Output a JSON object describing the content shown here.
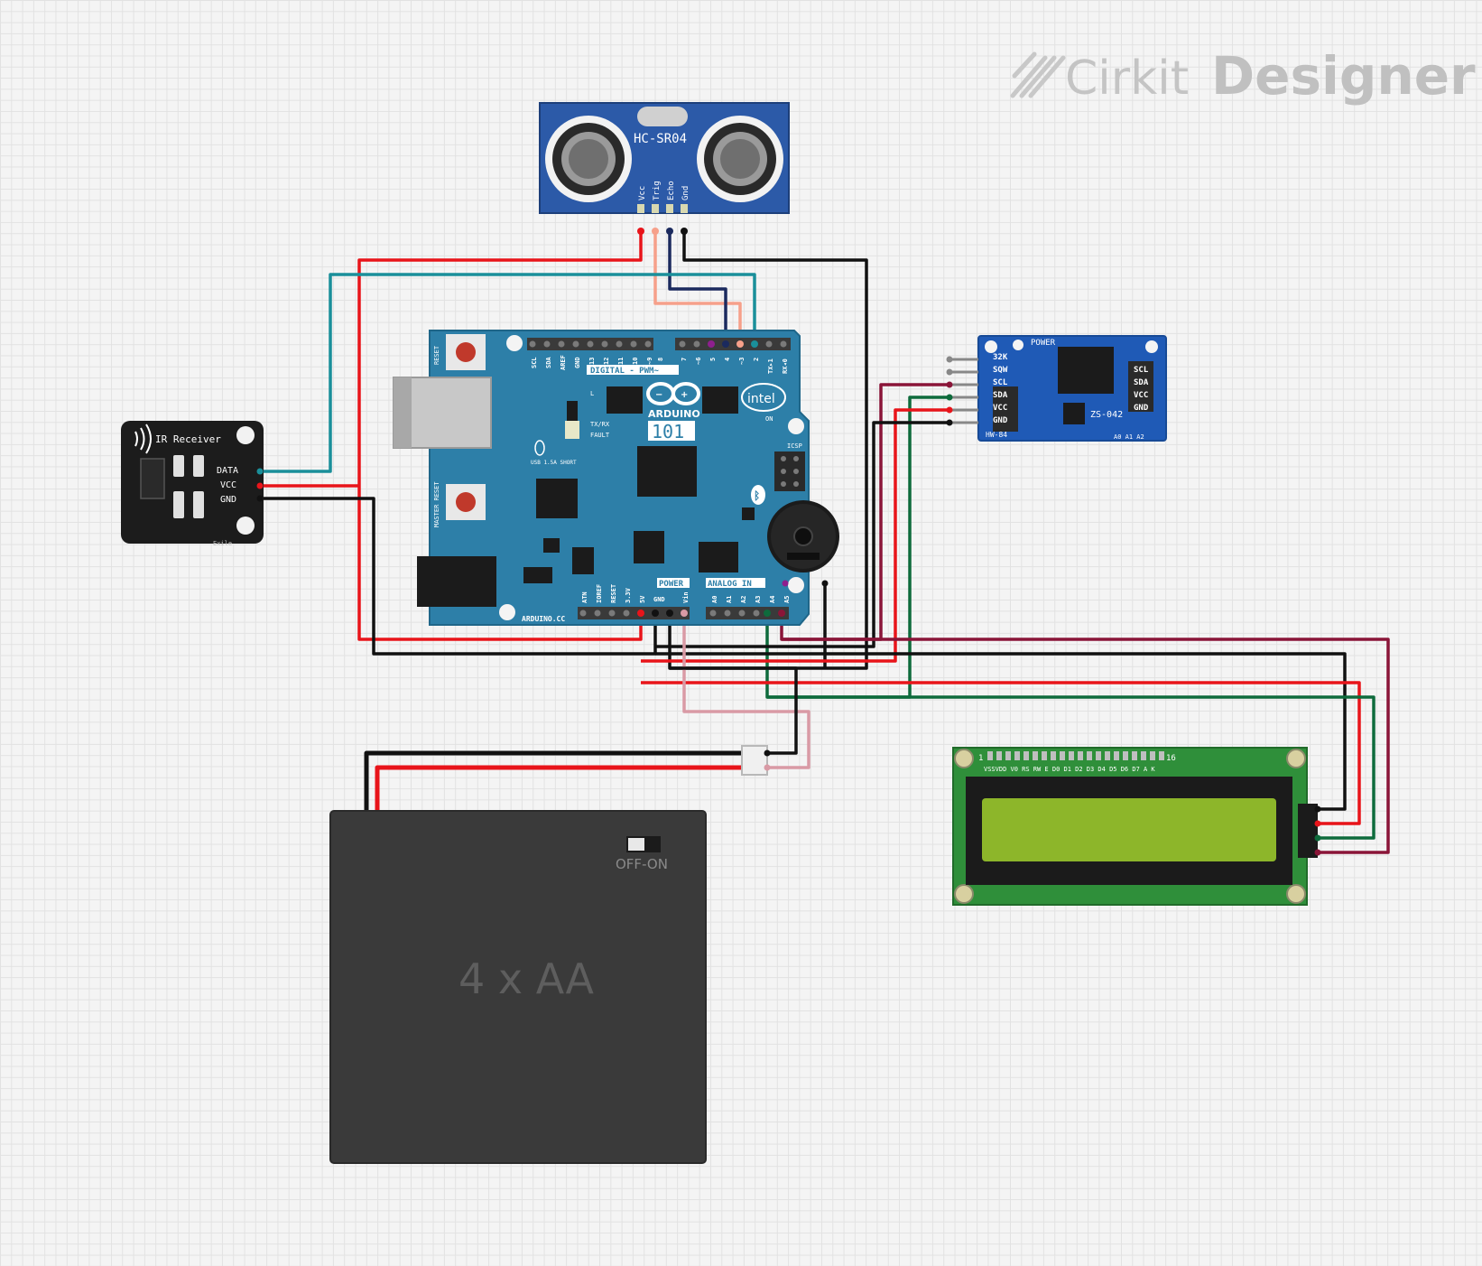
{
  "watermark": {
    "brand_light": "Cirkit",
    "brand_bold": "Designer"
  },
  "hcsr04": {
    "title": "HC-SR04",
    "pins": [
      "Vcc",
      "Trig",
      "Echo",
      "Gnd"
    ]
  },
  "ir_receiver": {
    "title": "IR Receiver",
    "pins": [
      "DATA",
      "VCC",
      "GND"
    ],
    "footer": "Exile"
  },
  "arduino": {
    "brand": "ARDUINO",
    "model": "101",
    "digital_label": "DIGITAL - PWM~",
    "power_label": "POWER",
    "analog_label": "ANALOG IN",
    "site": "ARDUINO.CC",
    "on_label": "ON",
    "icsp_label": "ICSP",
    "reset_label": "RESET",
    "master_reset_label": "MASTER RESET",
    "txrx_label": "TX/RX",
    "fault_label": "FAULT",
    "usb_label": "USB 1.5A SHORT",
    "l_label": "L",
    "intel_label": "intel",
    "top_pins": [
      "SCL",
      "SDA",
      "AREF",
      "GND",
      "13",
      "12",
      "11",
      "10",
      "~9",
      "8",
      "7",
      "~6",
      "5",
      "4",
      "~3",
      "2",
      "TX▸1",
      "RX◂0"
    ],
    "power_pins": [
      "ATN",
      "IOREF",
      "RESET",
      "3.3V",
      "5V",
      "GND",
      "Vin"
    ],
    "analog_pins": [
      "A0",
      "A1",
      "A2",
      "A3",
      "A4",
      "A5"
    ]
  },
  "rtc": {
    "power_label": "POWER",
    "chip_label": "ZS-042",
    "board_code": "HW-84",
    "addr_label": "A0 A1 A2",
    "left_pins": [
      "32K",
      "SQW",
      "SCL",
      "SDA",
      "VCC",
      "GND"
    ],
    "right_pins": [
      "SCL",
      "SDA",
      "VCC",
      "GND"
    ]
  },
  "lcd": {
    "pin_first": "1",
    "pin_last": "16",
    "pin_labels": "VSSVDD V0  RS  RW  E   D0  D1  D2  D3 D4  D5  D6  D7   A   K"
  },
  "battery": {
    "label": "4 x AA",
    "switch_label": "OFF-ON"
  },
  "colors": {
    "wire_red": "#e8141a",
    "wire_black": "#111111",
    "wire_teal": "#1a8f9a",
    "wire_salmon": "#f6a08a",
    "wire_navy": "#1b2a5e",
    "wire_purple": "#8e1f8e",
    "wire_maroon": "#8a1538",
    "wire_green": "#0e6b3c",
    "wire_pink": "#d99aa5",
    "arduino_board": "#2d7fa8",
    "hcsr04_board": "#2c5aa8",
    "rtc_board": "#1f5ab6",
    "lcd_board": "#2f8f3a",
    "lcd_screen": "#8db62a",
    "battery_body": "#3a3a3a"
  }
}
